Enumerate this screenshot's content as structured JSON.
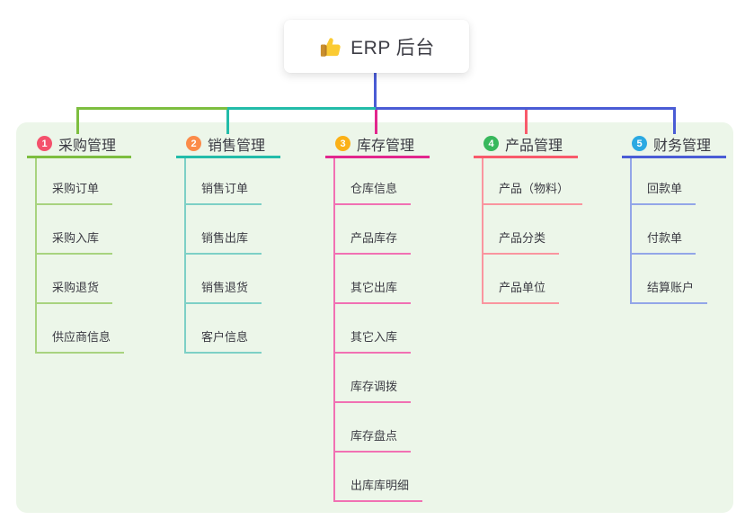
{
  "root": {
    "label": "ERP 后台",
    "icon": "thumbs-up-icon"
  },
  "colors": {
    "panel_bg": "#ECF6E9",
    "stem_blue": "#4A5CD5"
  },
  "branches": [
    {
      "number": "1",
      "label": "采购管理",
      "badge_color": "#F4516C",
      "line_color": "#7DBE3F",
      "child_line_color": "#A8D37F",
      "children": [
        "采购订单",
        "采购入库",
        "采购退货",
        "供应商信息"
      ]
    },
    {
      "number": "2",
      "label": "销售管理",
      "badge_color": "#FB8B49",
      "line_color": "#23BCA9",
      "child_line_color": "#7DD0C6",
      "children": [
        "销售订单",
        "销售出库",
        "销售退货",
        "客户信息"
      ]
    },
    {
      "number": "3",
      "label": "库存管理",
      "badge_color": "#FBB117",
      "line_color": "#E2268D",
      "child_line_color": "#F170B3",
      "children": [
        "仓库信息",
        "产品库存",
        "其它出库",
        "其它入库",
        "库存调拨",
        "库存盘点",
        "出库库明细"
      ]
    },
    {
      "number": "4",
      "label": "产品管理",
      "badge_color": "#38B85C",
      "line_color": "#F85A6B",
      "child_line_color": "#FA959F",
      "children": [
        "产品（物料）",
        "产品分类",
        "产品单位"
      ]
    },
    {
      "number": "5",
      "label": "财务管理",
      "badge_color": "#2BA9E2",
      "line_color": "#4A5CD5",
      "child_line_color": "#93A6E8",
      "children": [
        "回款单",
        "付款单",
        "结算账户"
      ]
    }
  ]
}
